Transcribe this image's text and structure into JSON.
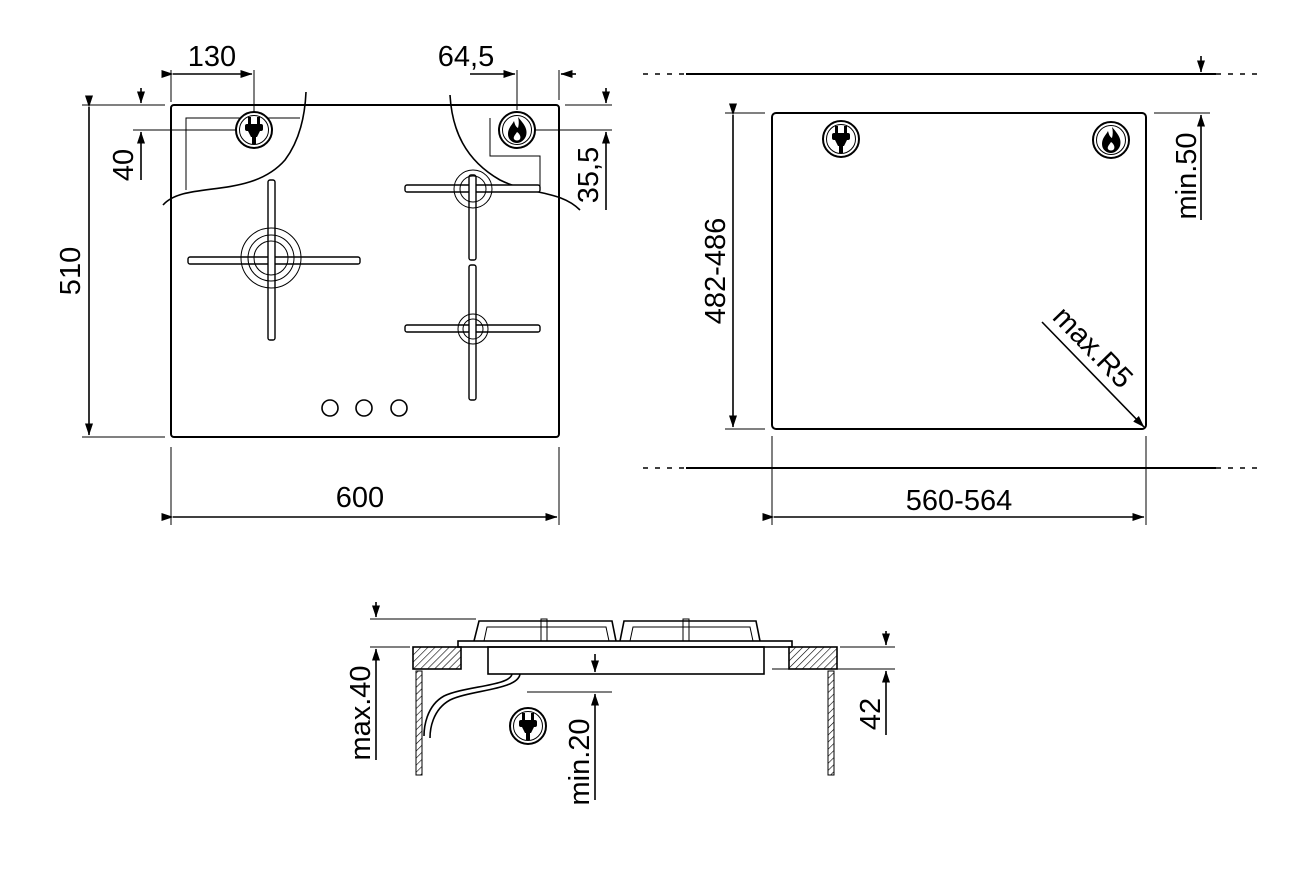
{
  "top_view": {
    "dims": {
      "burner_offset": "130",
      "gas_offset": "64,5",
      "plug_depth": "40",
      "gas_depth": "35,5",
      "depth": "510",
      "width": "600"
    },
    "icons": [
      "plug-icon",
      "flame-icon"
    ]
  },
  "cutout_view": {
    "dims": {
      "depth": "482-486",
      "min_top_clearance": "min.50",
      "corner_radius": "max.R5",
      "width": "560-564"
    },
    "icons": [
      "plug-icon",
      "flame-icon"
    ]
  },
  "side_view": {
    "dims": {
      "max_height": "max.40",
      "min_clearance": "min.20",
      "worktop": "42"
    },
    "icons": [
      "plug-icon"
    ]
  }
}
